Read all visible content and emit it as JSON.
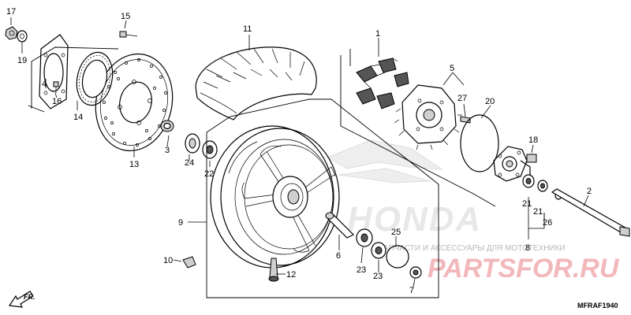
{
  "diagram_code": "MFRAF1940",
  "direction_label": "FR.",
  "watermark": {
    "logo_text": "HONDA",
    "tagline": "ЗАПЧАСТИ И АКСЕССУАРЫ ДЛЯ МОТОТЕХНИКИ",
    "brand": "PARTSFOR.RU"
  },
  "callouts": [
    "1",
    "2",
    "3",
    "4",
    "5",
    "6",
    "7",
    "8",
    "9",
    "10",
    "11",
    "12",
    "13",
    "14",
    "15",
    "16",
    "17",
    "19",
    "20",
    "21",
    "21",
    "22",
    "23",
    "23",
    "24",
    "25",
    "26",
    "27",
    "18"
  ],
  "accent_color": "#d0202c"
}
